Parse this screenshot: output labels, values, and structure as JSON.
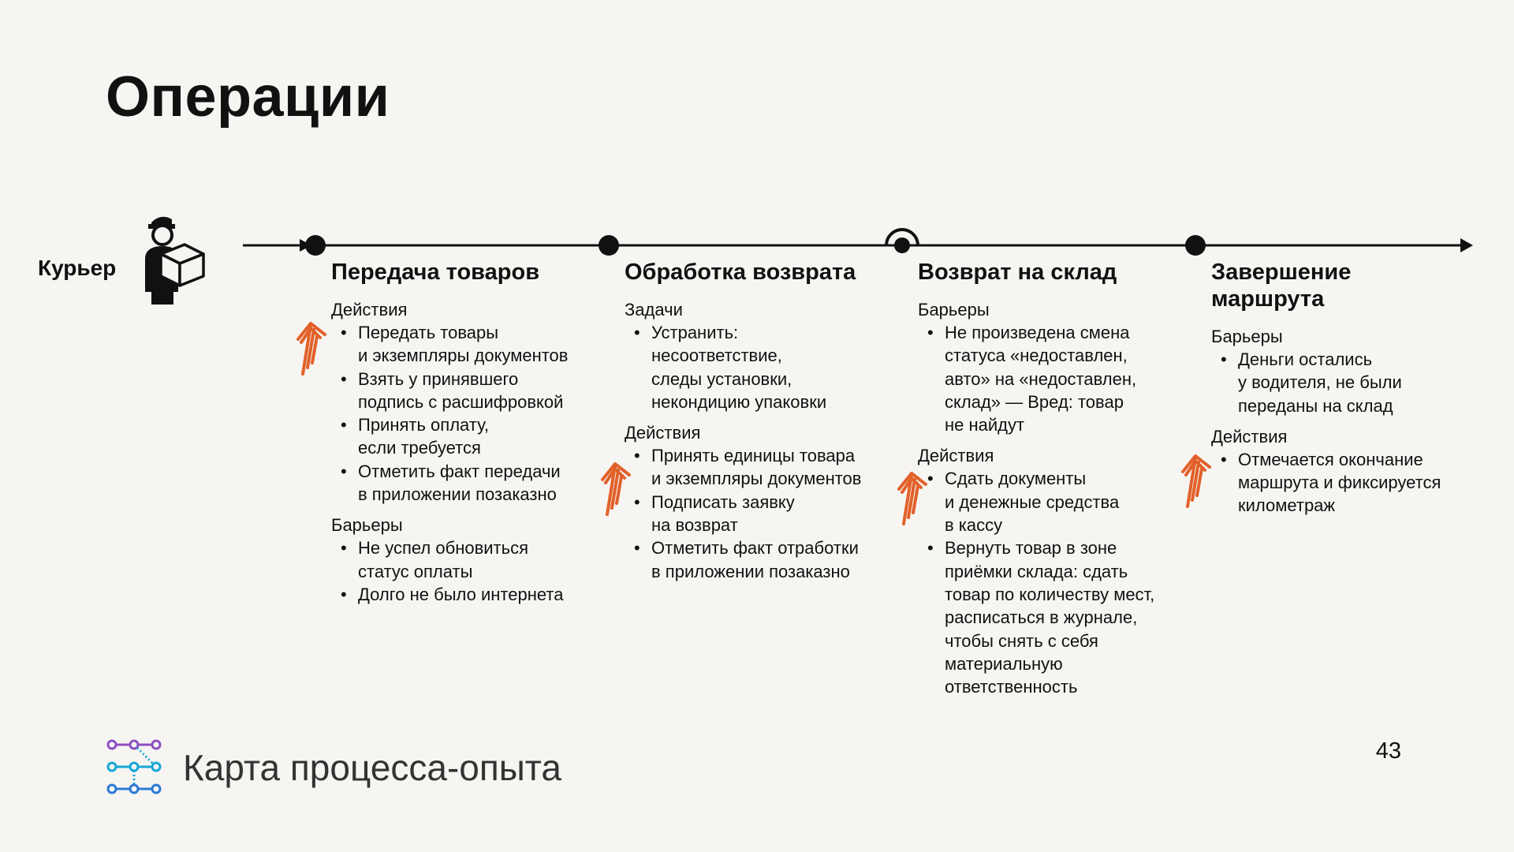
{
  "title": "Операции",
  "actor": {
    "label": "Курьер",
    "icon": "courier-with-box-icon"
  },
  "accent_color": "#e2612a",
  "stages": [
    {
      "title": "Передача товаров",
      "sections": [
        {
          "label": "Действия",
          "items": [
            "Передать товары\nи экземпляры документов",
            "Взять у принявшего\nподпись с расшифровкой",
            "Принять оплату,\nесли требуется",
            "Отметить факт передачи\nв приложении позаказно"
          ]
        },
        {
          "label": "Барьеры",
          "items": [
            "Не успел обновиться\nстатус оплаты",
            "Долго не было интернета"
          ]
        }
      ]
    },
    {
      "title": "Обработка возврата",
      "sections": [
        {
          "label": "Задачи",
          "items": [
            "Устранить:\nнесоответствие,\nследы установки,\nнекондицию упаковки"
          ]
        },
        {
          "label": "Действия",
          "items": [
            "Принять единицы товара\nи экземпляры документов",
            "Подписать заявку\nна возврат",
            "Отметить факт отработки\nв приложении позаказно"
          ]
        }
      ]
    },
    {
      "title": "Возврат на склад",
      "sections": [
        {
          "label": "Барьеры",
          "items": [
            "Не произведена смена\nстатуса «недоставлен,\nавто» на «недоставлен,\nсклад» — Вред: товар\nне найдут"
          ]
        },
        {
          "label": "Действия",
          "items": [
            "Сдать документы\nи денежные средства\nв кассу",
            "Вернуть товар в зоне\nприёмки склада: сдать\nтовар по количеству мест,\nрасписаться в журнале,\nчтобы снять с себя\nматериальную\nответственность"
          ]
        }
      ]
    },
    {
      "title": "Завершение\nмаршрута",
      "sections": [
        {
          "label": "Барьеры",
          "items": [
            "Деньги остались\nу водителя, не были\nпереданы на склад"
          ]
        },
        {
          "label": "Действия",
          "items": [
            "Отмечается окончание\nмаршрута и фиксируется\nкилометраж"
          ]
        }
      ]
    }
  ],
  "footer": {
    "text": "Карта процесса-опыта",
    "logo_icon": "process-map-logo-icon"
  },
  "page_number": "43"
}
